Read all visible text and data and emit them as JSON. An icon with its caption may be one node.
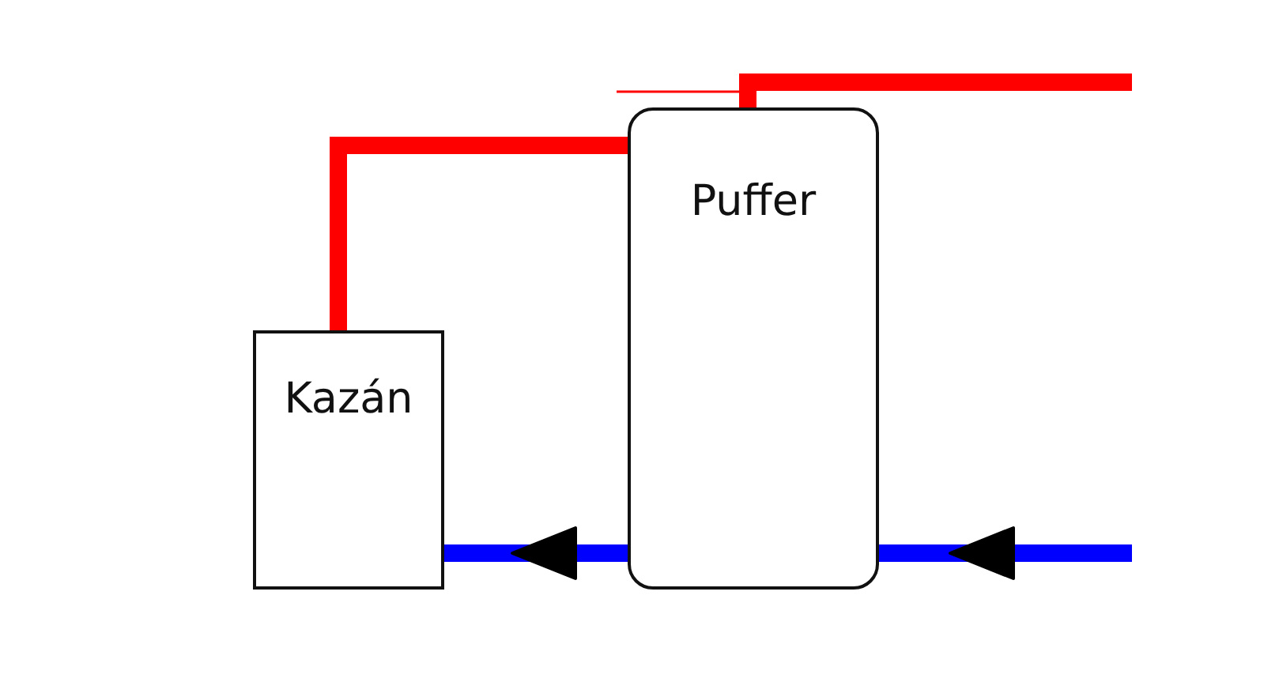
{
  "diagram": {
    "nodes": [
      {
        "text": [
          "Kazán"
        ]
      },
      {
        "text": [
          "Puffer"
        ]
      }
    ],
    "edges": [
      {
        "from": 0,
        "to": 1,
        "arrow": "none",
        "color": "#ff0000"
      },
      {
        "from": 1,
        "to": null,
        "arrow": "none",
        "color": "#ff0000"
      },
      {
        "from": 1,
        "to": 0,
        "arrow": "to",
        "color": "#0000ff"
      },
      {
        "from": null,
        "to": 1,
        "arrow": "to",
        "color": "#0000ff"
      }
    ]
  }
}
